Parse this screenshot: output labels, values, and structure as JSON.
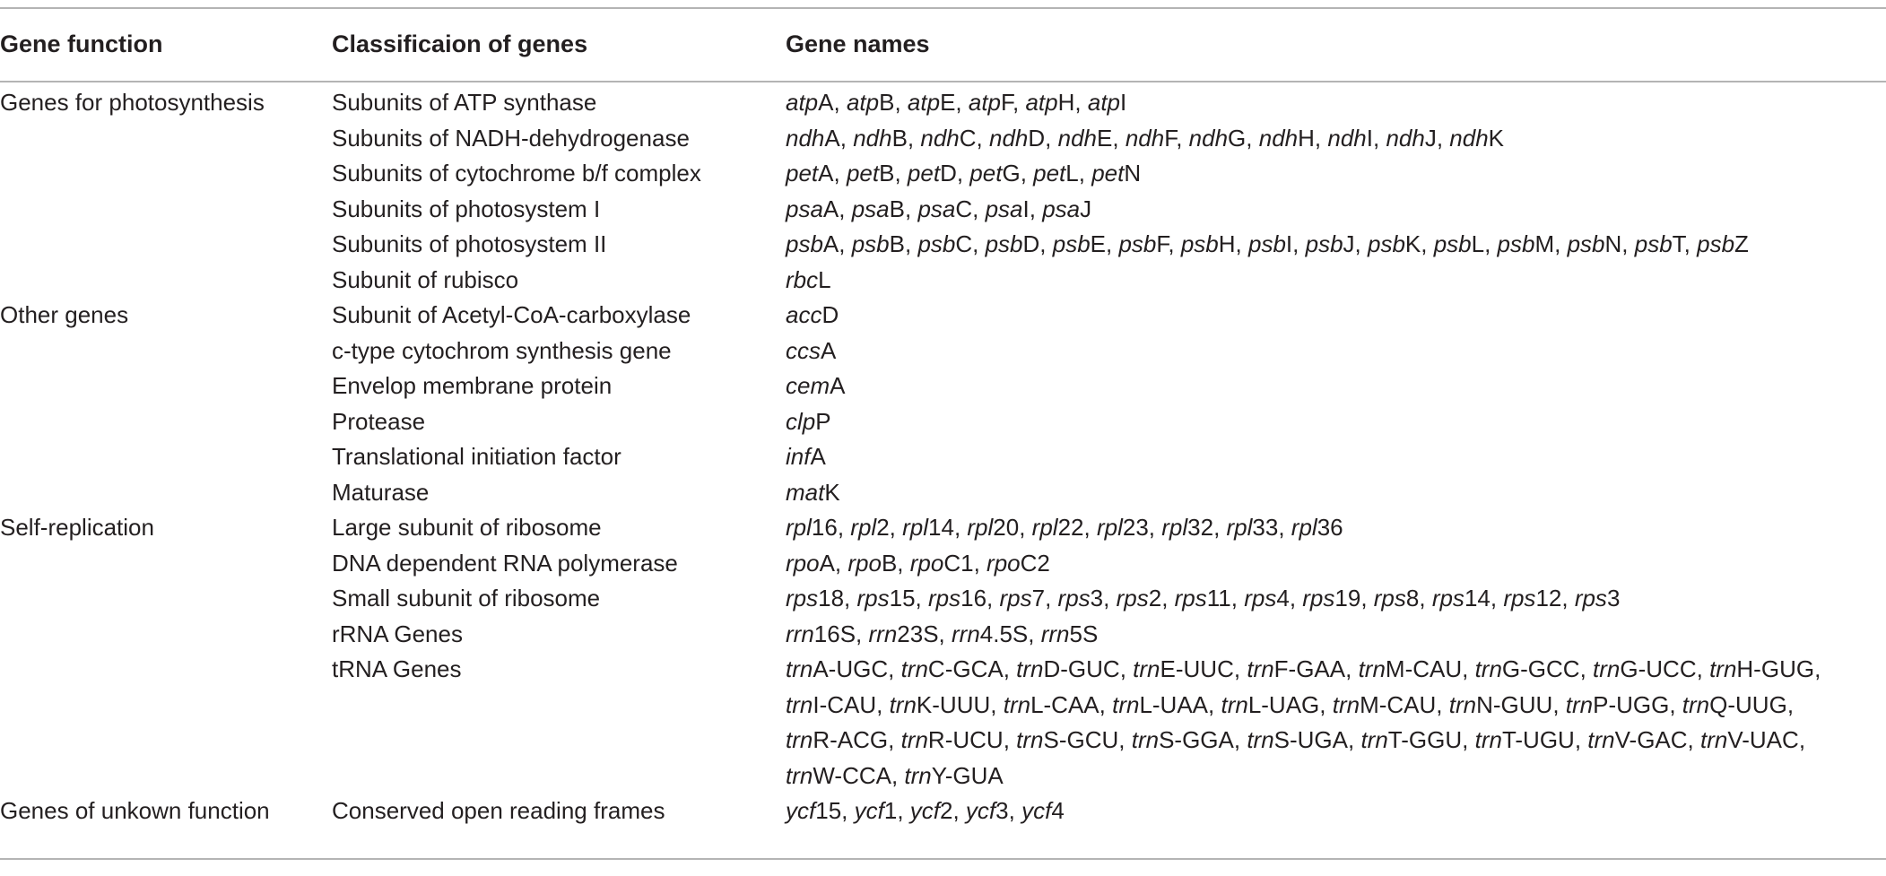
{
  "headers": {
    "gene_function": "Gene function",
    "classification": "Classificaion of genes",
    "gene_names": "Gene names"
  },
  "rows": [
    {
      "function": "Genes for photosynthesis",
      "class": "Subunits of ATP synthase",
      "genes": [
        [
          "atp",
          "A"
        ],
        [
          "atp",
          "B"
        ],
        [
          "atp",
          "E"
        ],
        [
          "atp",
          "F"
        ],
        [
          "atp",
          "H"
        ],
        [
          "atp",
          "I"
        ]
      ]
    },
    {
      "function": "",
      "class": "Subunits of NADH-dehydrogenase",
      "genes": [
        [
          "ndh",
          "A"
        ],
        [
          "ndh",
          "B"
        ],
        [
          "ndh",
          "C"
        ],
        [
          "ndh",
          "D"
        ],
        [
          "ndh",
          "E"
        ],
        [
          "ndh",
          "F"
        ],
        [
          "ndh",
          "G"
        ],
        [
          "ndh",
          "H"
        ],
        [
          "ndh",
          "I"
        ],
        [
          "ndh",
          "J"
        ],
        [
          "ndh",
          "K"
        ]
      ]
    },
    {
      "function": "",
      "class": "Subunits of cytochrome b/f complex",
      "genes": [
        [
          "pet",
          "A"
        ],
        [
          "pet",
          "B"
        ],
        [
          "pet",
          "D"
        ],
        [
          "pet",
          "G"
        ],
        [
          "pet",
          "L"
        ],
        [
          "pet",
          "N"
        ]
      ]
    },
    {
      "function": "",
      "class": "Subunits of photosystem I",
      "genes": [
        [
          "psa",
          "A"
        ],
        [
          "psa",
          "B"
        ],
        [
          "psa",
          "C"
        ],
        [
          "psa",
          "I"
        ],
        [
          "psa",
          "J"
        ]
      ]
    },
    {
      "function": "",
      "class": "Subunits of photosystem II",
      "genes": [
        [
          "psb",
          "A"
        ],
        [
          "psb",
          "B"
        ],
        [
          "psb",
          "C"
        ],
        [
          "psb",
          "D"
        ],
        [
          "psb",
          "E"
        ],
        [
          "psb",
          "F"
        ],
        [
          "psb",
          "H"
        ],
        [
          "psb",
          "I"
        ],
        [
          "psb",
          "J"
        ],
        [
          "psb",
          "K"
        ],
        [
          "psb",
          "L"
        ],
        [
          "psb",
          "M"
        ],
        [
          "psb",
          "N"
        ],
        [
          "psb",
          "T"
        ],
        [
          "psb",
          "Z"
        ]
      ]
    },
    {
      "function": "",
      "class": "Subunit of rubisco",
      "genes": [
        [
          "rbc",
          "L"
        ]
      ]
    },
    {
      "function": "Other genes",
      "class": "Subunit of Acetyl-CoA-carboxylase",
      "genes": [
        [
          "acc",
          "D"
        ]
      ]
    },
    {
      "function": "",
      "class": "c-type cytochrom synthesis gene",
      "genes": [
        [
          "ccs",
          "A"
        ]
      ]
    },
    {
      "function": "",
      "class": "Envelop membrane protein",
      "genes": [
        [
          "cem",
          "A"
        ]
      ]
    },
    {
      "function": "",
      "class": "Protease",
      "genes": [
        [
          "clp",
          "P"
        ]
      ]
    },
    {
      "function": "",
      "class": "Translational initiation factor",
      "genes": [
        [
          "inf",
          "A"
        ]
      ]
    },
    {
      "function": "",
      "class": "Maturase",
      "genes": [
        [
          "mat",
          "K"
        ]
      ]
    },
    {
      "function": "Self-replication",
      "class": "Large subunit of ribosome",
      "genes": [
        [
          "rpl",
          "16"
        ],
        [
          "rpl",
          "2"
        ],
        [
          "rpl",
          "14"
        ],
        [
          "rpl",
          "20"
        ],
        [
          "rpl",
          "22"
        ],
        [
          "rpl",
          "23"
        ],
        [
          "rpl",
          "32"
        ],
        [
          "rpl",
          "33"
        ],
        [
          "rpl",
          "36"
        ]
      ]
    },
    {
      "function": "",
      "class": "DNA dependent RNA polymerase",
      "genes": [
        [
          "rpo",
          "A"
        ],
        [
          "rpo",
          "B"
        ],
        [
          "rpo",
          "C1"
        ],
        [
          "rpo",
          "C2"
        ]
      ]
    },
    {
      "function": "",
      "class": "Small subunit of ribosome",
      "genes": [
        [
          "rps",
          "18"
        ],
        [
          "rps",
          "15"
        ],
        [
          "rps",
          "16"
        ],
        [
          "rps",
          "7"
        ],
        [
          "rps",
          "3"
        ],
        [
          "rps",
          "2"
        ],
        [
          "rps",
          "11"
        ],
        [
          "rps",
          "4"
        ],
        [
          "rps",
          "19"
        ],
        [
          "rps",
          "8"
        ],
        [
          "rps",
          "14"
        ],
        [
          "rps",
          "12"
        ],
        [
          "rps",
          "3"
        ]
      ]
    },
    {
      "function": "",
      "class": "rRNA Genes",
      "genes": [
        [
          "rrn",
          "16S"
        ],
        [
          "rrn",
          "23S"
        ],
        [
          "rrn",
          "4.5S"
        ],
        [
          "rrn",
          "5S"
        ]
      ]
    },
    {
      "function": "",
      "class": "tRNA Genes",
      "genes": [
        [
          "trn",
          "A-UGC"
        ],
        [
          "trn",
          "C-GCA"
        ],
        [
          "trn",
          "D-GUC"
        ],
        [
          "trn",
          "E-UUC"
        ],
        [
          "trn",
          "F-GAA"
        ],
        [
          "trn",
          "M-CAU"
        ],
        [
          "trn",
          "G-GCC"
        ],
        [
          "trn",
          "G-UCC"
        ],
        [
          "trn",
          "H-GUG"
        ],
        [
          "trn",
          "I-CAU"
        ],
        [
          "trn",
          "K-UUU"
        ],
        [
          "trn",
          "L-CAA"
        ],
        [
          "trn",
          "L-UAA"
        ],
        [
          "trn",
          "L-UAG"
        ],
        [
          "trn",
          "M-CAU"
        ],
        [
          "trn",
          "N-GUU"
        ],
        [
          "trn",
          "P-UGG"
        ],
        [
          "trn",
          "Q-UUG"
        ],
        [
          "trn",
          "R-ACG"
        ],
        [
          "trn",
          "R-UCU"
        ],
        [
          "trn",
          "S-GCU"
        ],
        [
          "trn",
          "S-GGA"
        ],
        [
          "trn",
          "S-UGA"
        ],
        [
          "trn",
          "T-GGU"
        ],
        [
          "trn",
          "T-UGU"
        ],
        [
          "trn",
          "V-GAC"
        ],
        [
          "trn",
          "V-UAC"
        ],
        [
          "trn",
          "W-CCA"
        ],
        [
          "trn",
          "Y-GUA"
        ]
      ]
    },
    {
      "function": "Genes of unkown function",
      "class": "Conserved open reading frames",
      "genes": [
        [
          "ycf",
          "15"
        ],
        [
          "ycf",
          "1"
        ],
        [
          "ycf",
          "2"
        ],
        [
          "ycf",
          "3"
        ],
        [
          "ycf",
          "4"
        ]
      ]
    }
  ]
}
